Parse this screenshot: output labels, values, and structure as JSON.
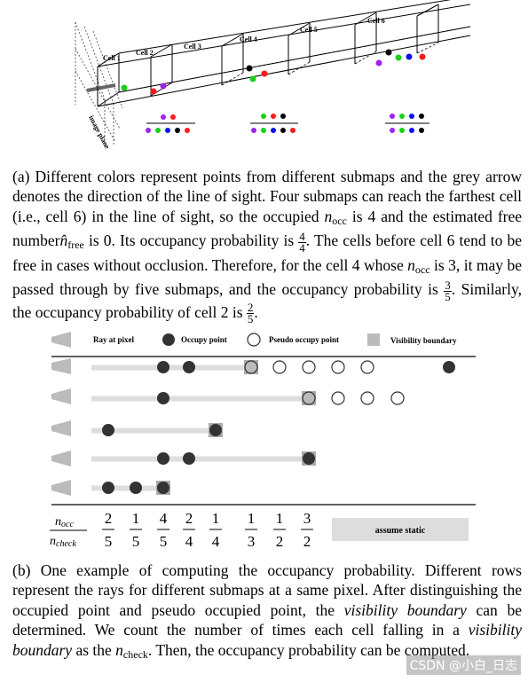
{
  "figure_a": {
    "cell_labels": [
      "Cell 1",
      "Cell 2",
      "Cell 3",
      "Cell 4",
      "Cell 5",
      "Cell 6"
    ],
    "image_plane_label": "image plane",
    "colors": {
      "purple": "#a020f0",
      "red": "#ff1a1a",
      "green": "#17d217",
      "blue": "#1010ee",
      "black": "#000000",
      "gray": "#777777"
    }
  },
  "caption_a": {
    "p1": "(a) Different colors represent points from different submaps and the grey arrow denotes the direction of the line of sight. Four submaps can reach the farthest cell (i.e., cell 6) in the line of sight, so the occupied",
    "n_occ": "n",
    "occ_sub": "occ",
    "p2": " is 4 and the estimated free number",
    "n_free": "n̂",
    "free_sub": "free",
    "p3": " is 0. Its occupancy probability is ",
    "f1_num": "4",
    "f1_den": "4",
    "p4": ". The cells before cell 6 tend to be free in cases without occlusion. Therefore, for the cell 4 whose ",
    "p5": " is 3, it may be passed through by five submaps, and the occupancy probability is ",
    "f2_num": "3",
    "f2_den": "5",
    "p6": ". Similarly, the occupancy probability of cell 2 is ",
    "f3_num": "2",
    "f3_den": "5",
    "p7": "."
  },
  "figure_b": {
    "legend": {
      "ray": "Ray at pixel",
      "occupy": "Occupy point",
      "pseudo": "Pseudo occupy point",
      "visibility": "Visibility boundary"
    },
    "n_occ_label": "n",
    "n_occ_sub": "occ",
    "n_check_label": "n",
    "n_check_sub": "check",
    "fractions": [
      {
        "num": "2",
        "den": "5"
      },
      {
        "num": "1",
        "den": "5"
      },
      {
        "num": "4",
        "den": "5"
      },
      {
        "num": "2",
        "den": "4"
      },
      {
        "num": "1",
        "den": "4"
      },
      {
        "num": "1",
        "den": "3"
      },
      {
        "num": "1",
        "den": "2"
      },
      {
        "num": "3",
        "den": "2"
      }
    ],
    "assume_static": "assume static"
  },
  "caption_b": {
    "p1": "(b) One example of computing the occupancy probability. Different rows represent the rays for different submaps at a same pixel. After distinguishing the occupied point and pseudo occupied point, the ",
    "vb1": "visibility boundary",
    "p2": " can be determined. We count the number of times each cell falling in a ",
    "vb2": "visibility boundary",
    "p3": " as the ",
    "n_check": "n",
    "check_sub": "check",
    "p4": ". Then, the occupancy probability can be computed."
  },
  "watermark": "CSDN @小白_日志"
}
